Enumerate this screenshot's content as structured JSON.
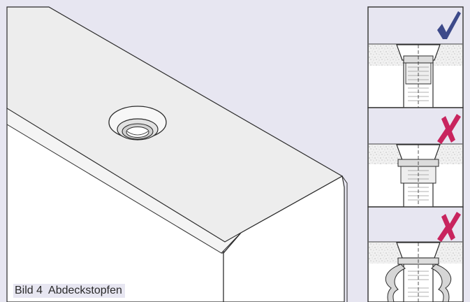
{
  "caption": {
    "figure_number": "Bild 4",
    "title": "Abdeckstopfen"
  },
  "panels": [
    {
      "id": "correct",
      "mark": "check-mark",
      "meaning": "correct",
      "color": "#3d4a8a"
    },
    {
      "id": "wrong-1",
      "mark": "x-mark",
      "meaning": "wrong",
      "color": "#c8245e"
    },
    {
      "id": "wrong-2",
      "mark": "x-mark",
      "meaning": "wrong",
      "color": "#c8245e"
    }
  ],
  "colors": {
    "background": "#e7e6f1",
    "panel_face": "#eeeeee",
    "outline": "#2b2b2b"
  }
}
